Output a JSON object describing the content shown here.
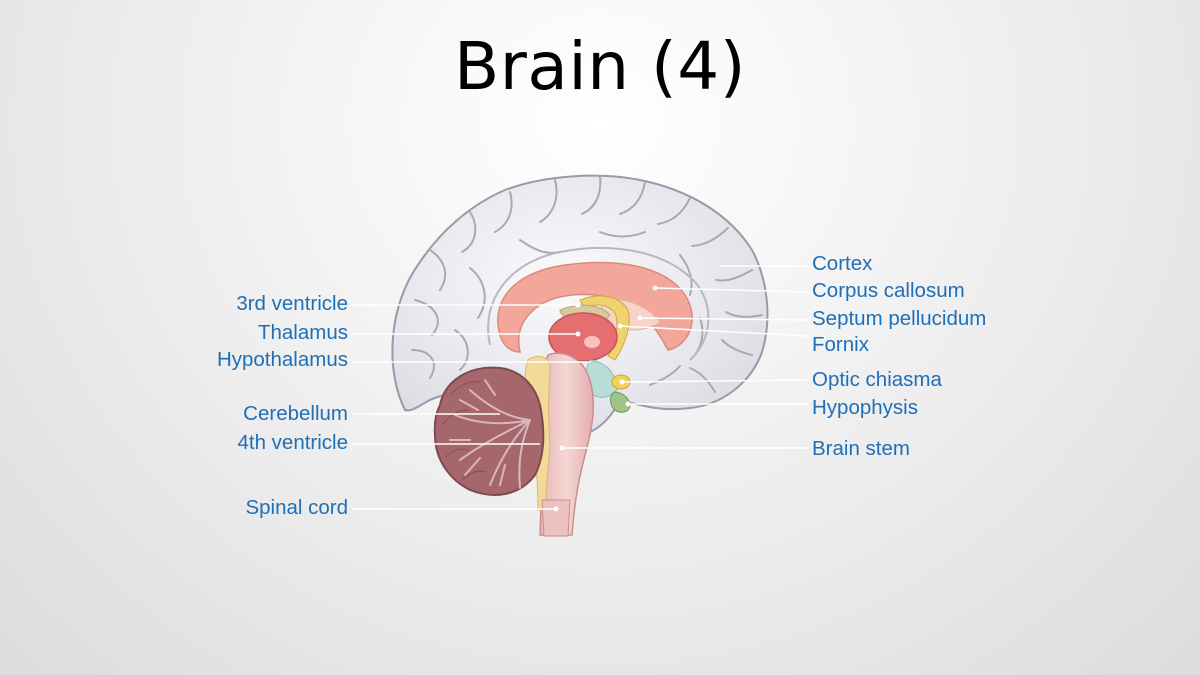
{
  "slide": {
    "title": "Brain (4)"
  },
  "labels_left": [
    "3rd ventricle",
    "Thalamus",
    "Hypothalamus",
    "Cerebellum",
    "4th ventricle",
    "Spinal cord"
  ],
  "labels_right": [
    "Cortex",
    "Corpus callosum",
    "Septum pellucidum",
    "Fornix",
    "Optic chiasma",
    "Hypophysis",
    "Brain stem"
  ],
  "colors": {
    "label": "#1f6fb8",
    "cortex": "#eeeef2",
    "corpus_callosum": "#f3a79a",
    "thalamus": "#e56f70",
    "cerebellum": "#a5676c",
    "brain_stem": "#efc6c4",
    "hypophysis": "#9fc48a",
    "fornix": "#f5d99a"
  }
}
